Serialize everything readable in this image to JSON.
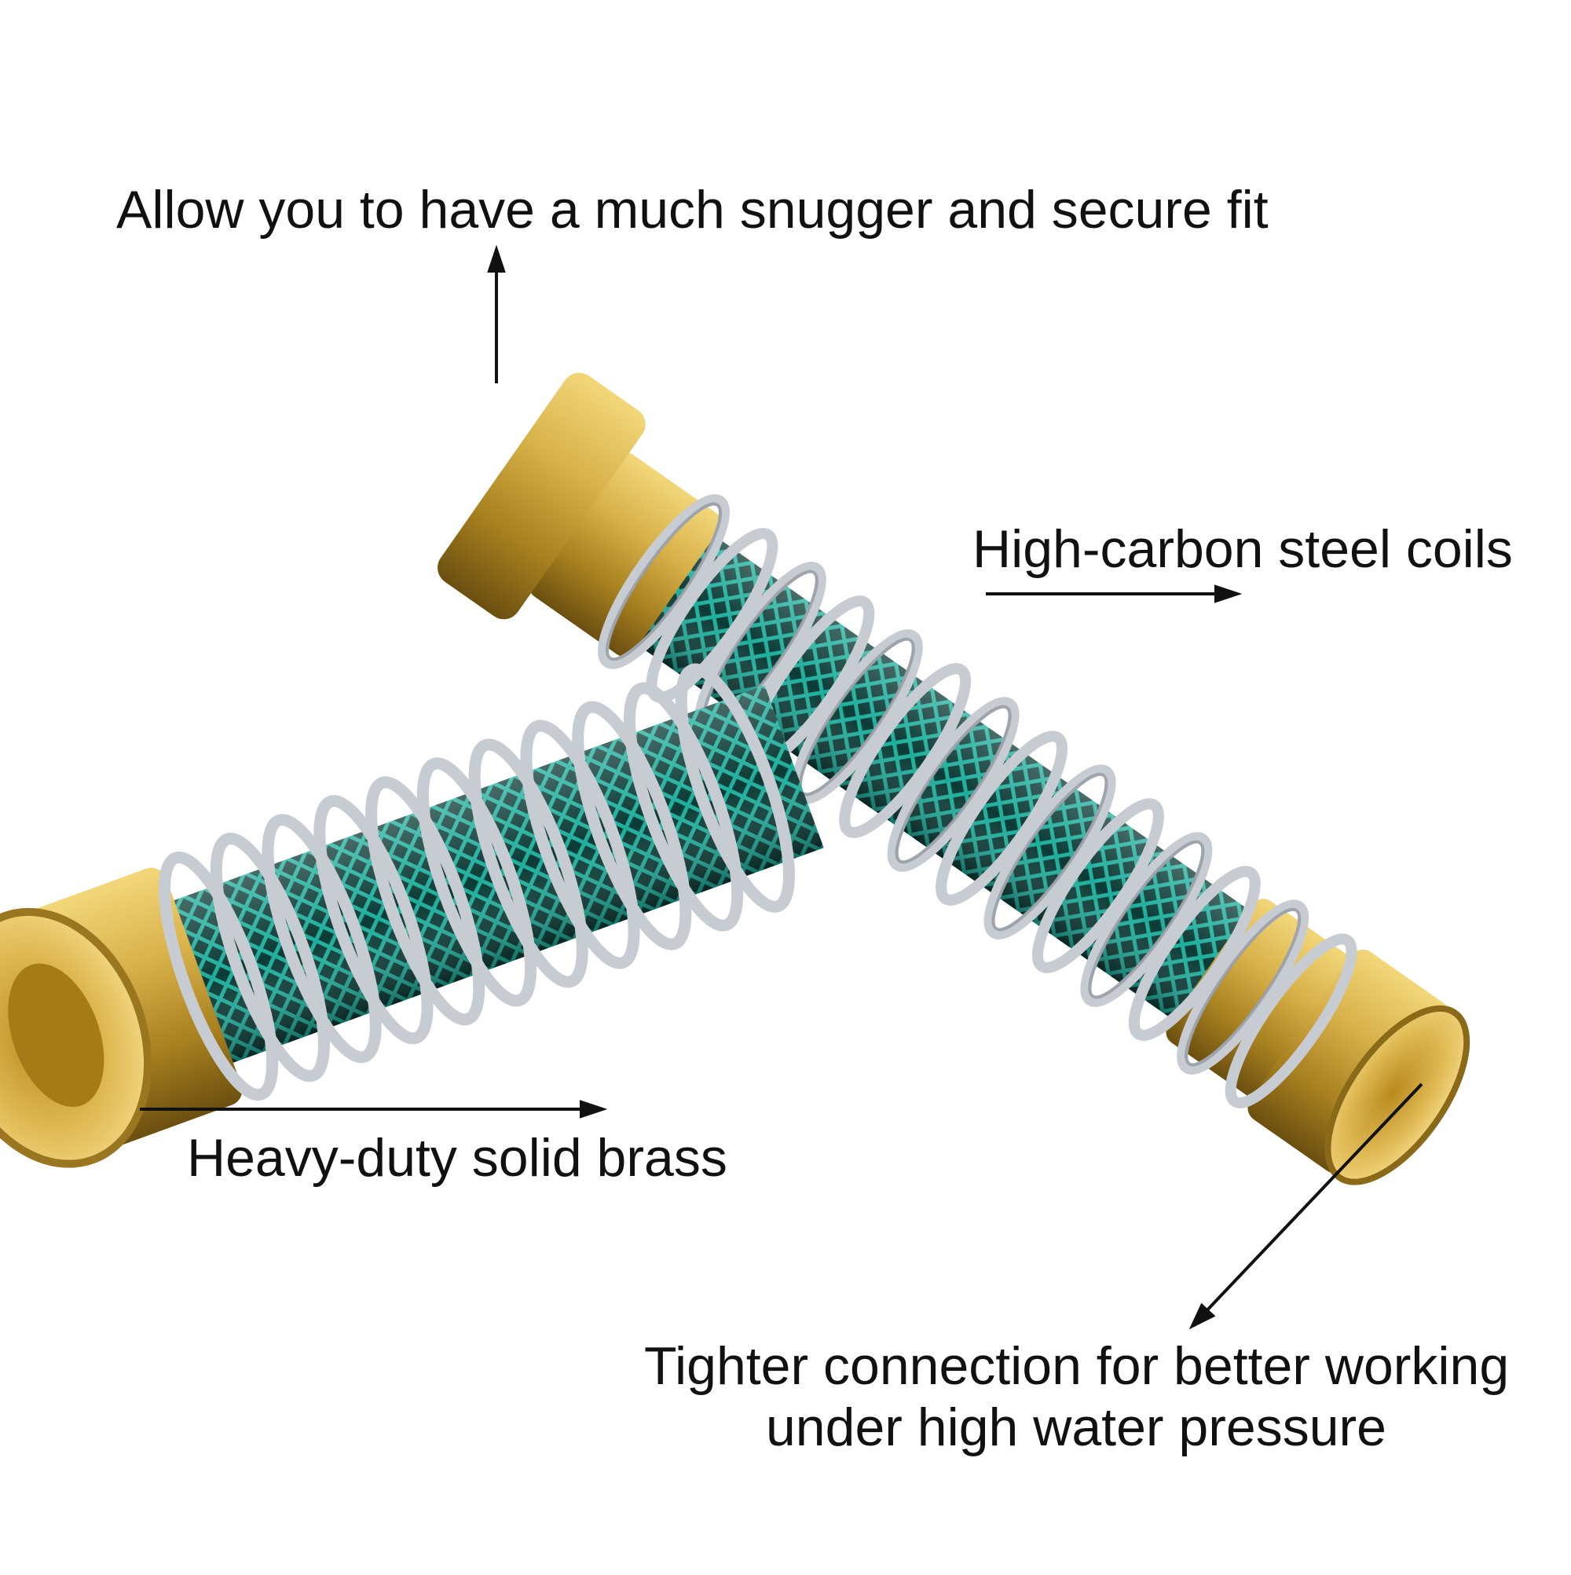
{
  "annotations": {
    "fit": "Allow you to have a much snugger and secure fit",
    "coils": "High-carbon steel coils",
    "brass": "Heavy-duty solid brass",
    "tighter_line1": "Tighter connection for better working",
    "tighter_line2": "under high water pressure"
  },
  "colors": {
    "background": "#ffffff",
    "brass": "#c9a23a",
    "brass_dark": "#8a6a18",
    "hose_teal": "#1a9e8e",
    "hose_dark": "#0b3b36",
    "steel": "#c7ccd2",
    "arrow": "#111111"
  }
}
